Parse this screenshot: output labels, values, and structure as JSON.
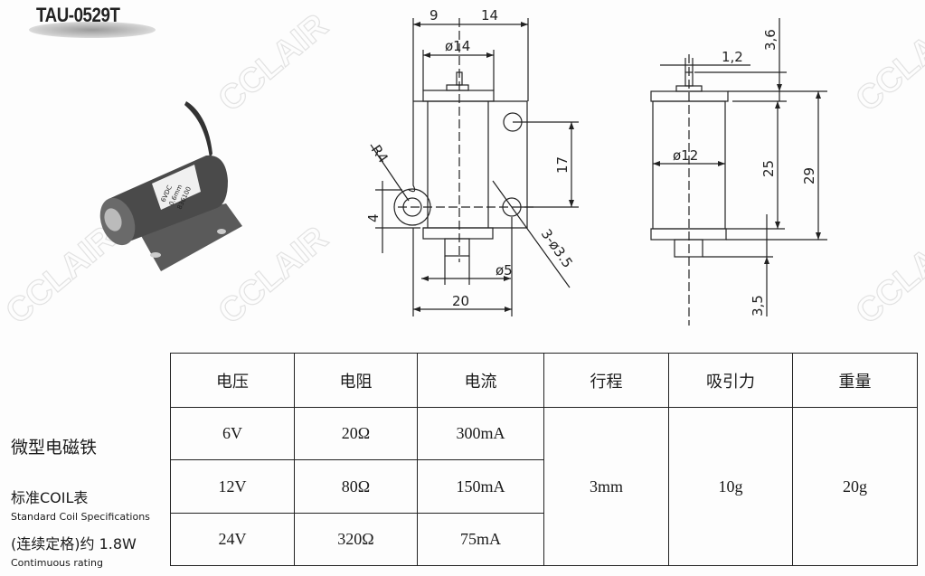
{
  "model": "TAU-0529T",
  "watermark": "CCLAIR",
  "photo_label": [
    "6VDC",
    "0.6mm",
    "836100"
  ],
  "front_view": {
    "dim_9": "9",
    "dim_14": "14",
    "dim_d14": "ø14",
    "dim_17": "17",
    "dim_r4": "R4",
    "dim_4": "4",
    "dim_d5": "ø5",
    "dim_20": "20",
    "dim_holes": "3-ø3.5"
  },
  "side_view": {
    "dim_12": "1,2",
    "dim_36": "3,6",
    "dim_d12": "ø12",
    "dim_25": "25",
    "dim_29": "29",
    "dim_35": "3,5"
  },
  "left_text": {
    "product_cn": "微型电磁铁",
    "coil_table_cn": "标准COIL表",
    "coil_table_en": "Standard Coil Specifications",
    "rating_cn": "(连续定格)约 1.8W",
    "rating_en": "Contimuous rating"
  },
  "table": {
    "headers": [
      "电压",
      "电阻",
      "电流",
      "行程",
      "吸引力",
      "重量"
    ],
    "rows": [
      {
        "voltage": "6V",
        "resistance": "20Ω",
        "current": "300mA"
      },
      {
        "voltage": "12V",
        "resistance": "80Ω",
        "current": "150mA"
      },
      {
        "voltage": "24V",
        "resistance": "320Ω",
        "current": "75mA"
      }
    ],
    "stroke": "3mm",
    "force": "10g",
    "weight": "20g"
  }
}
